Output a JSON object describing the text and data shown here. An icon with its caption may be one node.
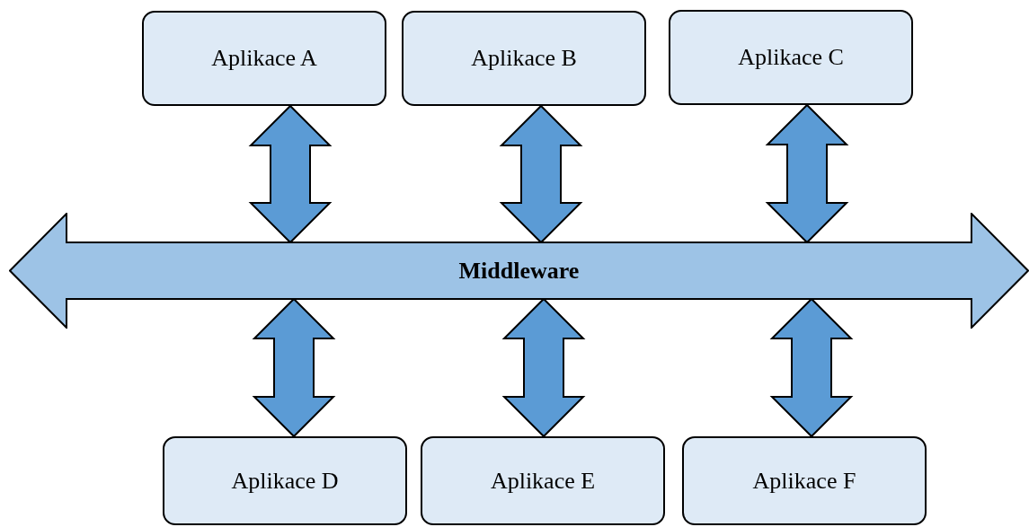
{
  "diagram": {
    "nodes": [
      {
        "text": [
          "Aplikace A"
        ]
      },
      {
        "text": [
          "Aplikace B"
        ]
      },
      {
        "text": [
          "Aplikace C"
        ]
      },
      {
        "text": [
          "Middleware"
        ]
      },
      {
        "text": [
          "Aplikace D"
        ]
      },
      {
        "text": [
          "Aplikace E"
        ]
      },
      {
        "text": [
          "Aplikace F"
        ]
      }
    ],
    "edges": [
      {
        "from": 0,
        "to": 3,
        "arrow": "both"
      },
      {
        "from": 1,
        "to": 3,
        "arrow": "both"
      },
      {
        "from": 2,
        "to": 3,
        "arrow": "both"
      },
      {
        "from": 3,
        "to": 4,
        "arrow": "both"
      },
      {
        "from": 3,
        "to": 5,
        "arrow": "both"
      },
      {
        "from": 3,
        "to": 6,
        "arrow": "both"
      }
    ]
  }
}
